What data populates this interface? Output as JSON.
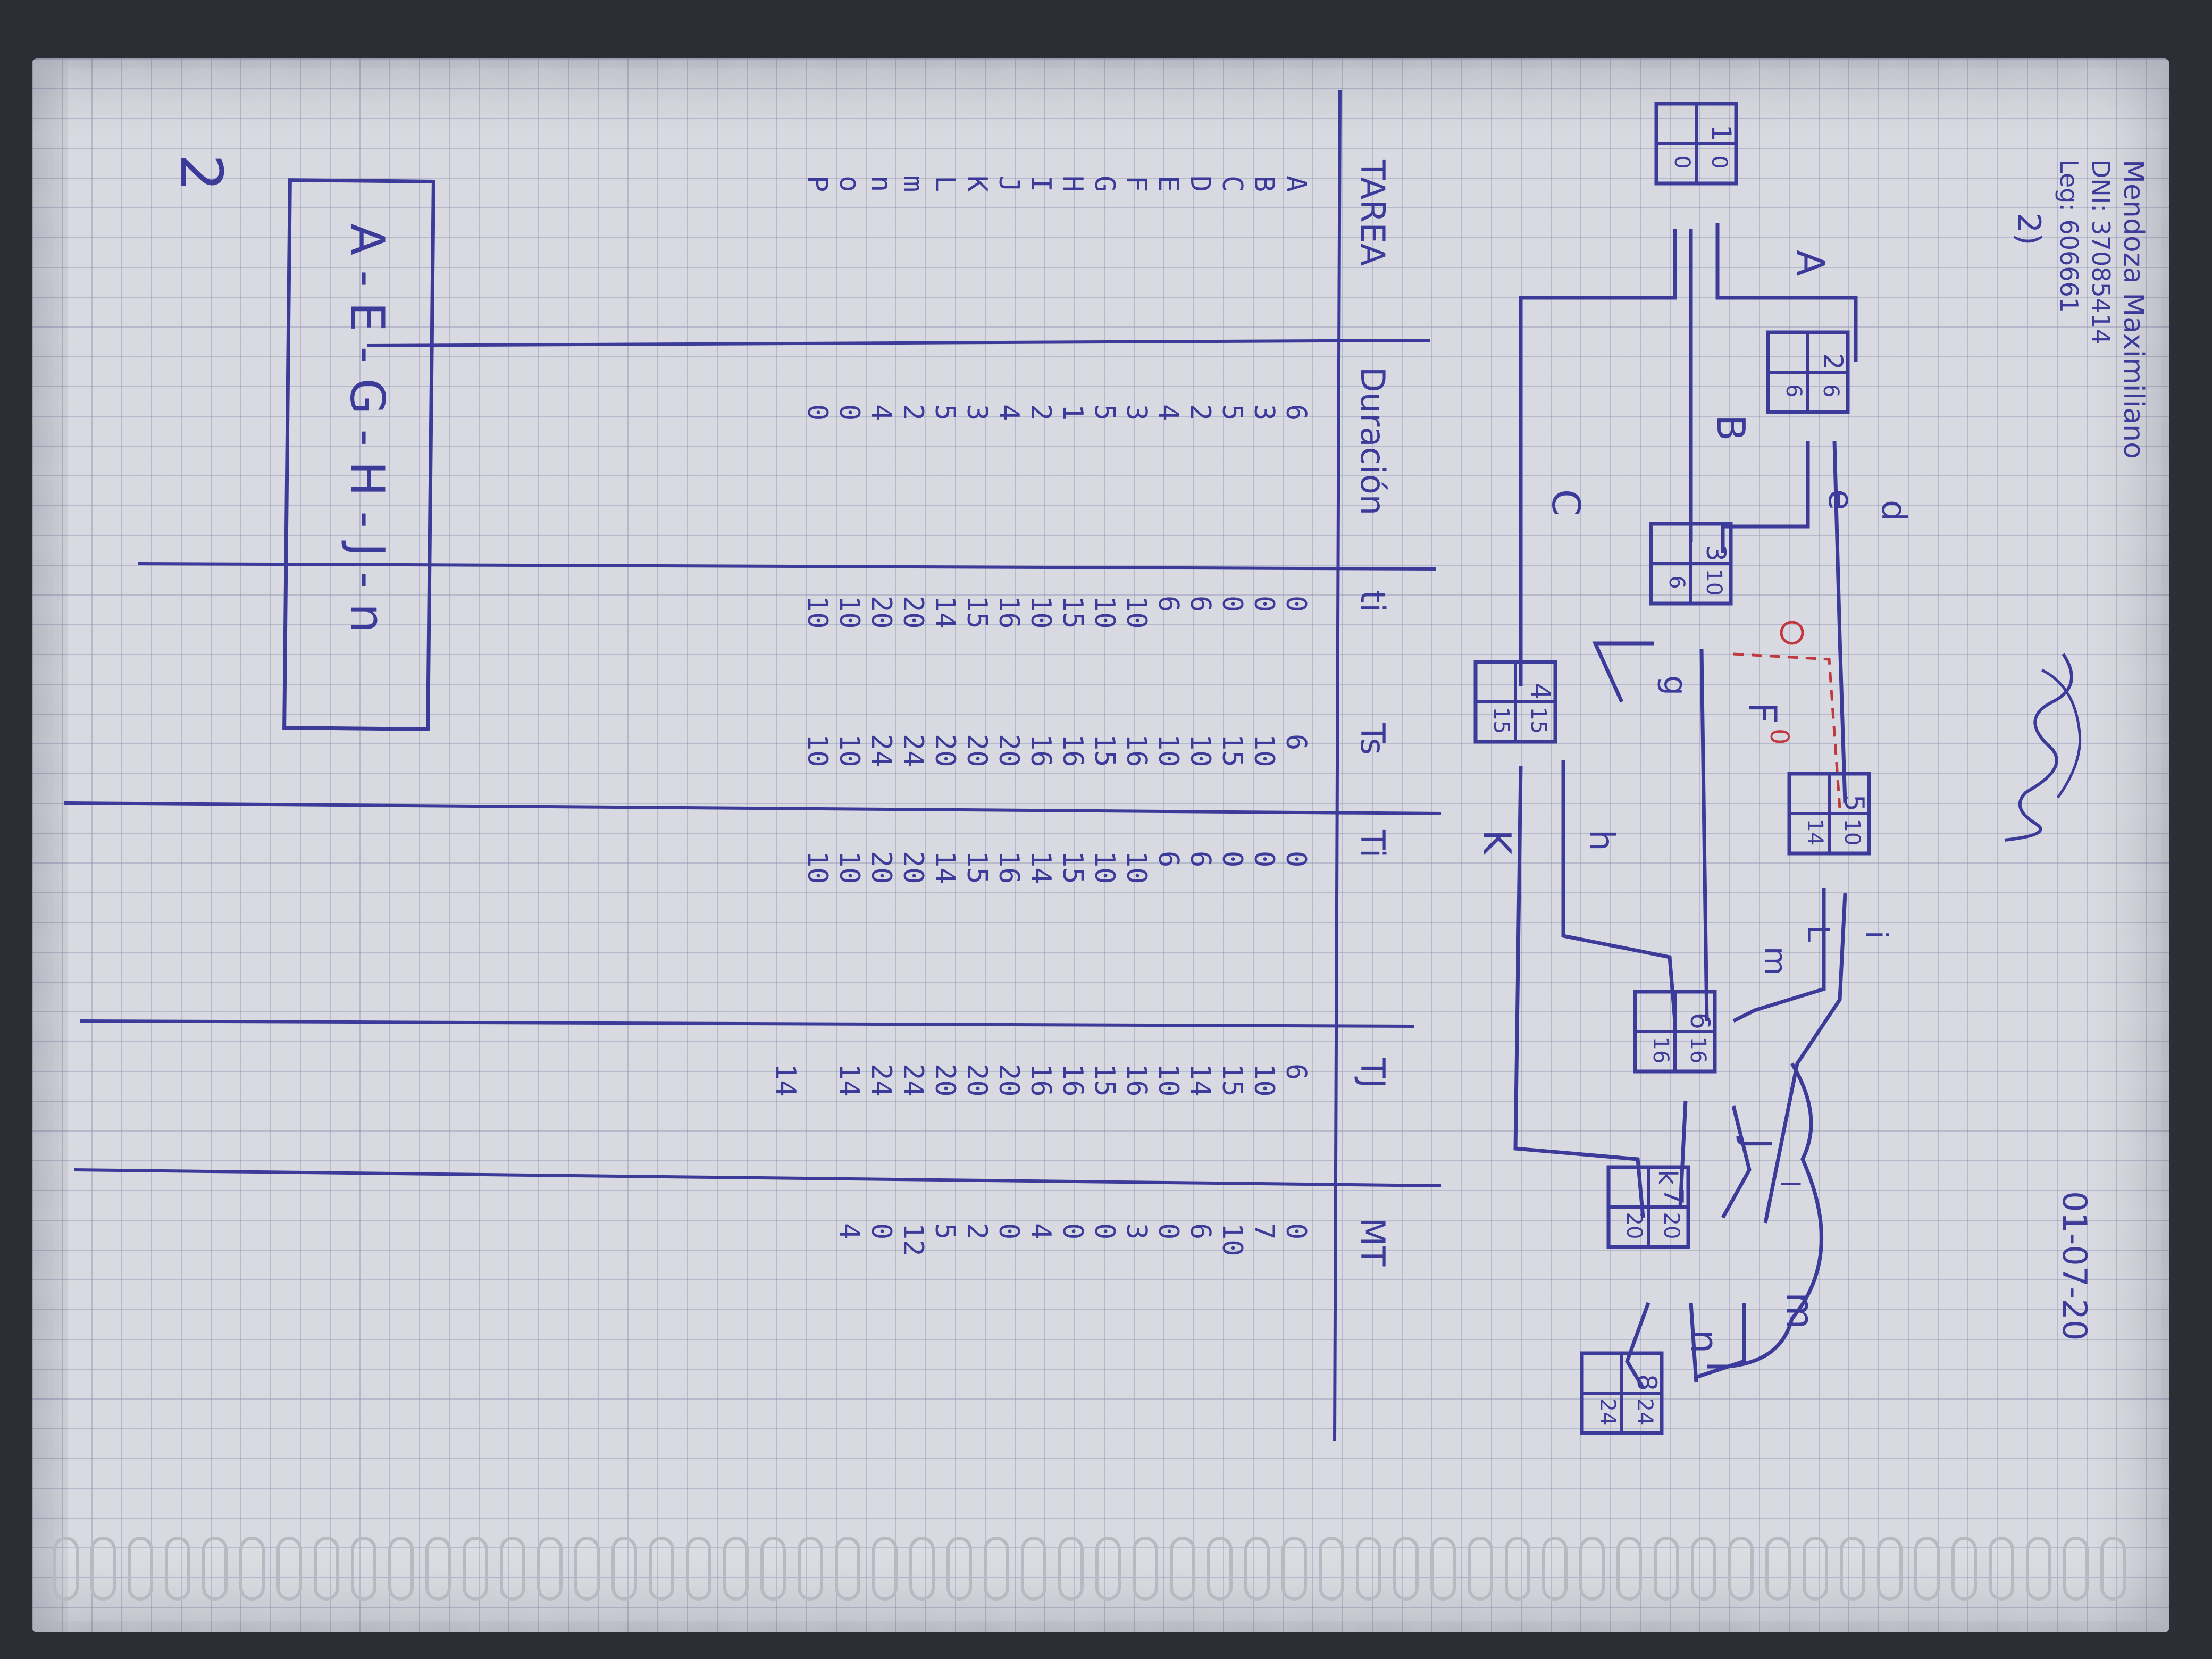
{
  "header": {
    "line1": "Mendoza Maximiliano",
    "line2": "DNI: 37085414",
    "line3": "Leg: 606661",
    "item": "2)",
    "date": "01-07-20",
    "page_number": "2"
  },
  "network": {
    "nodes": [
      {
        "id": "1",
        "es": "0",
        "ls": "0"
      },
      {
        "id": "2",
        "es": "6",
        "ls": "6"
      },
      {
        "id": "3",
        "es": "10",
        "ls": "6"
      },
      {
        "id": "4",
        "es": "15",
        "ls": "15"
      },
      {
        "id": "5",
        "es": "10",
        "ls": "14"
      },
      {
        "id": "6",
        "es": "16",
        "ls": "16"
      },
      {
        "id": "7",
        "es": "20",
        "ls": "20"
      },
      {
        "id": "8",
        "es": "24",
        "ls": "24"
      }
    ],
    "activity_labels": [
      "A",
      "B",
      "C",
      "d",
      "e",
      "g",
      "F",
      "h",
      "K",
      "i",
      "L",
      "m",
      "J",
      "k",
      "l",
      "m",
      "n"
    ],
    "dummy_value": "0"
  },
  "table": {
    "headers": [
      "TAREA",
      "Duración",
      "ti",
      "Ts",
      "Ti",
      "TJ",
      "MT"
    ],
    "rows": [
      [
        "A",
        "6",
        "0",
        "6",
        "0",
        "6",
        "0"
      ],
      [
        "B",
        "3",
        "0",
        "10",
        "0",
        "10",
        "7"
      ],
      [
        "C",
        "5",
        "0",
        "15",
        "0",
        "15",
        "10"
      ],
      [
        "D",
        "2",
        "6",
        "10",
        "6",
        "14",
        "6"
      ],
      [
        "E",
        "4",
        "6",
        "10",
        "6",
        "10",
        "0"
      ],
      [
        "F",
        "3",
        "10",
        "16",
        "10",
        "16",
        "3"
      ],
      [
        "G",
        "5",
        "10",
        "15",
        "10",
        "15",
        "0"
      ],
      [
        "H",
        "1",
        "15",
        "16",
        "15",
        "16",
        "0"
      ],
      [
        "I",
        "2",
        "10",
        "16",
        "14",
        "16",
        "4"
      ],
      [
        "J",
        "4",
        "16",
        "20",
        "16",
        "20",
        "0"
      ],
      [
        "K",
        "3",
        "15",
        "20",
        "15",
        "20",
        "2"
      ],
      [
        "L",
        "5",
        "14",
        "20",
        "14",
        "20",
        "5"
      ],
      [
        "m",
        "2",
        "20",
        "24",
        "20",
        "24",
        "12"
      ],
      [
        "n",
        "4",
        "20",
        "24",
        "20",
        "24",
        "0"
      ],
      [
        "o",
        "0",
        "10",
        "10",
        "10",
        "14",
        "4"
      ],
      [
        "P",
        "0",
        "10",
        "10",
        "10",
        "",
        ""
      ]
    ],
    "extra_tj": "14"
  },
  "critical_path": "A - E - G - H - J - n",
  "signature_note": "handwritten signature"
}
